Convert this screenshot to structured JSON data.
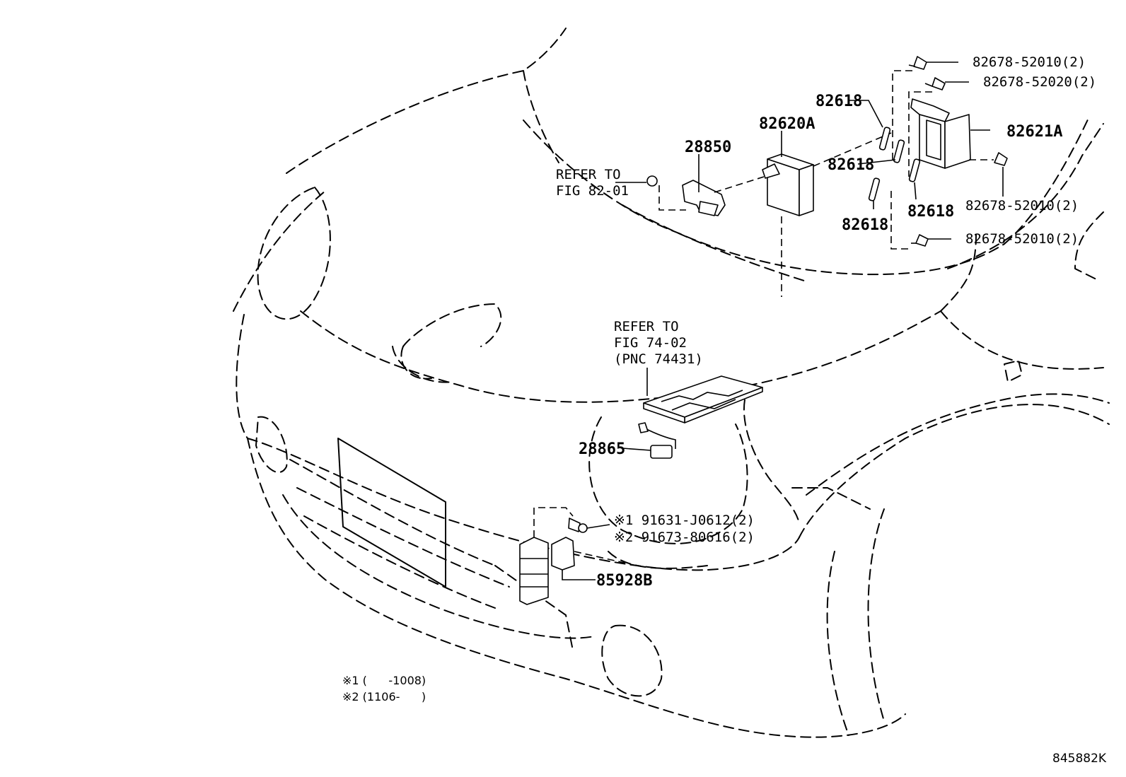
{
  "diagram": {
    "figure_id": "845882K",
    "references": [
      {
        "lines": [
          "REFER TO",
          "FIG 82-01"
        ]
      },
      {
        "lines": [
          "REFER TO",
          "FIG 74-02",
          "(PNC 74431)"
        ]
      }
    ],
    "part_labels": [
      "28850",
      "82620A",
      "82618",
      "82618",
      "82618",
      "82618",
      "82621A",
      "82678-52010(2)",
      "82678-52020(2)",
      "82678-52010(2)",
      "82678-52010(2)",
      "28865",
      "※1 91631-J0612(2)",
      "※2 91673-80616(2)",
      "85928B"
    ],
    "notes": [
      "※1 (      -1008)",
      "※2 (1106-      )"
    ]
  }
}
